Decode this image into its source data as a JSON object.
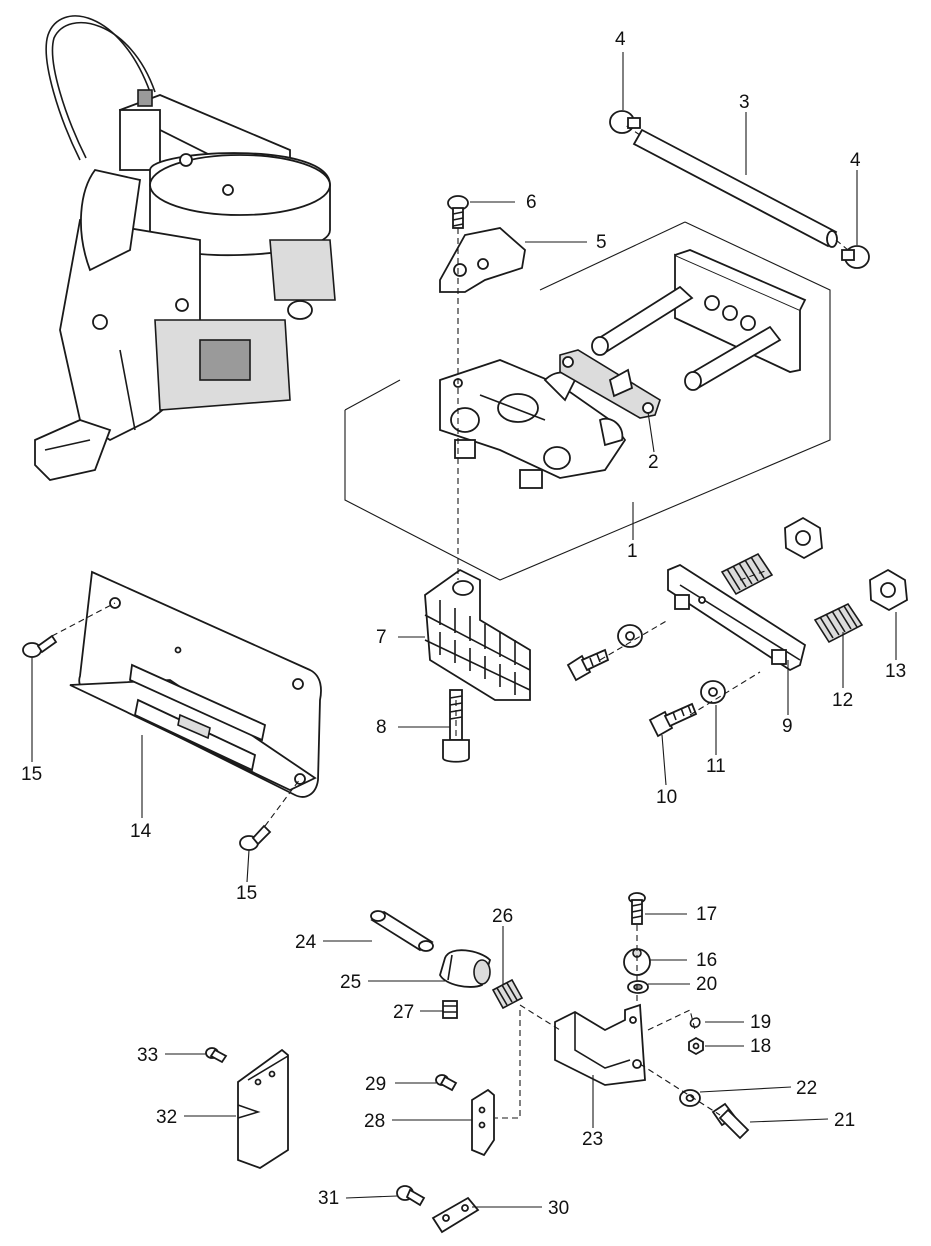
{
  "callouts": {
    "c1": "1",
    "c2": "2",
    "c3": "3",
    "c4a": "4",
    "c4b": "4",
    "c5": "5",
    "c6": "6",
    "c7": "7",
    "c8": "8",
    "c9": "9",
    "c10": "10",
    "c11": "11",
    "c12": "12",
    "c13": "13",
    "c14": "14",
    "c15a": "15",
    "c15b": "15",
    "c16": "16",
    "c17": "17",
    "c18": "18",
    "c19": "19",
    "c20": "20",
    "c21": "21",
    "c22": "22",
    "c23": "23",
    "c24": "24",
    "c25": "25",
    "c26": "26",
    "c27": "27",
    "c28": "28",
    "c29": "29",
    "c30": "30",
    "c31": "31",
    "c32": "32",
    "c33": "33"
  },
  "colors": {
    "line": "#1a1a1a",
    "background": "#ffffff",
    "shading": "#dcdcdc"
  }
}
